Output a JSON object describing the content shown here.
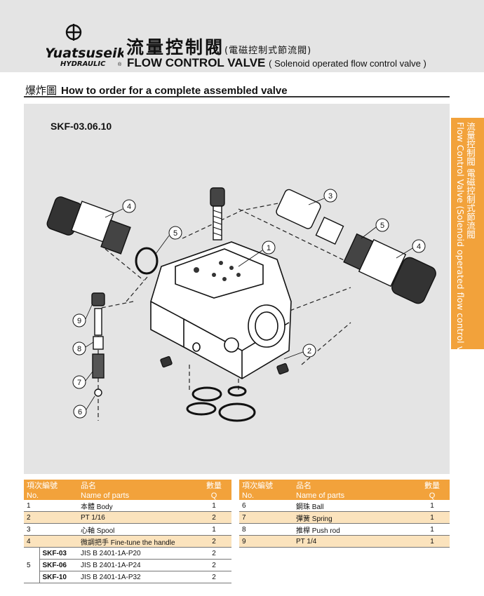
{
  "brand": {
    "name": "Yuatsuseiki",
    "sub": "HYDRAULIC",
    "reg": "®"
  },
  "title": {
    "zh": "流量控制閥",
    "zh_sub": "(電磁控制式節流閥)",
    "en": "FLOW CONTROL VALVE",
    "en_sub": "( Solenoid operated flow control valve )"
  },
  "section": {
    "zh": "爆炸圖",
    "en": "How to order for a complete assembled valve"
  },
  "model": "SKF-03.06.10",
  "side_tab": {
    "zh": "流量控制閥 電磁控制式節流閥",
    "en": "Flow Control Valve (Solenoid operated flow control valve)"
  },
  "callouts": [
    "1",
    "2",
    "3",
    "4",
    "4",
    "5",
    "5",
    "6",
    "7",
    "8",
    "9"
  ],
  "table_left": {
    "head_zh": [
      "項次編號",
      "品名",
      "數量"
    ],
    "head_en": [
      "No.",
      "Name of parts",
      "Q"
    ],
    "rows": [
      {
        "no": "1",
        "name": "本體 Body",
        "q": "1"
      },
      {
        "no": "2",
        "name": "PT 1/16",
        "q": "2"
      },
      {
        "no": "3",
        "name": "心軸 Spool",
        "q": "1"
      },
      {
        "no": "4",
        "name": "微調把手 Fine-tune the handle",
        "q": "2"
      }
    ],
    "group_no": "5",
    "sub_rows": [
      {
        "code": "SKF-03",
        "name": "JIS B 2401-1A-P20",
        "q": "2"
      },
      {
        "code": "SKF-06",
        "name": "JIS B 2401-1A-P24",
        "q": "2"
      },
      {
        "code": "SKF-10",
        "name": "JIS B 2401-1A-P32",
        "q": "2"
      }
    ]
  },
  "table_right": {
    "head_zh": [
      "項次編號",
      "品名",
      "數量"
    ],
    "head_en": [
      "No.",
      "Name of parts",
      "Q"
    ],
    "rows": [
      {
        "no": "6",
        "name": "鋼珠 Ball",
        "q": "1"
      },
      {
        "no": "7",
        "name": "彈簧 Spring",
        "q": "1"
      },
      {
        "no": "8",
        "name": "推桿 Push rod",
        "q": "1"
      },
      {
        "no": "9",
        "name": "PT 1/4",
        "q": "1"
      }
    ]
  }
}
